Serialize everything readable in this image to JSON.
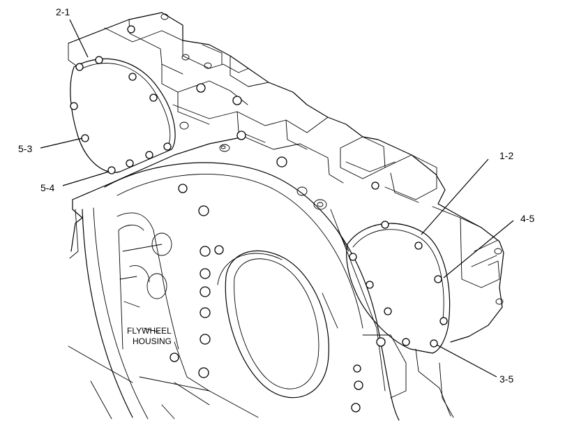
{
  "callouts": [
    {
      "label": "2-1"
    },
    {
      "label": "5-3"
    },
    {
      "label": "5-4"
    },
    {
      "label": "1-2"
    },
    {
      "label": "4-5"
    },
    {
      "label": "3-5"
    }
  ],
  "housing_label": {
    "line1": "FLYWHEEL",
    "line2": "HOUSING"
  },
  "colors": {
    "ink": "#000000",
    "paper": "#ffffff"
  }
}
